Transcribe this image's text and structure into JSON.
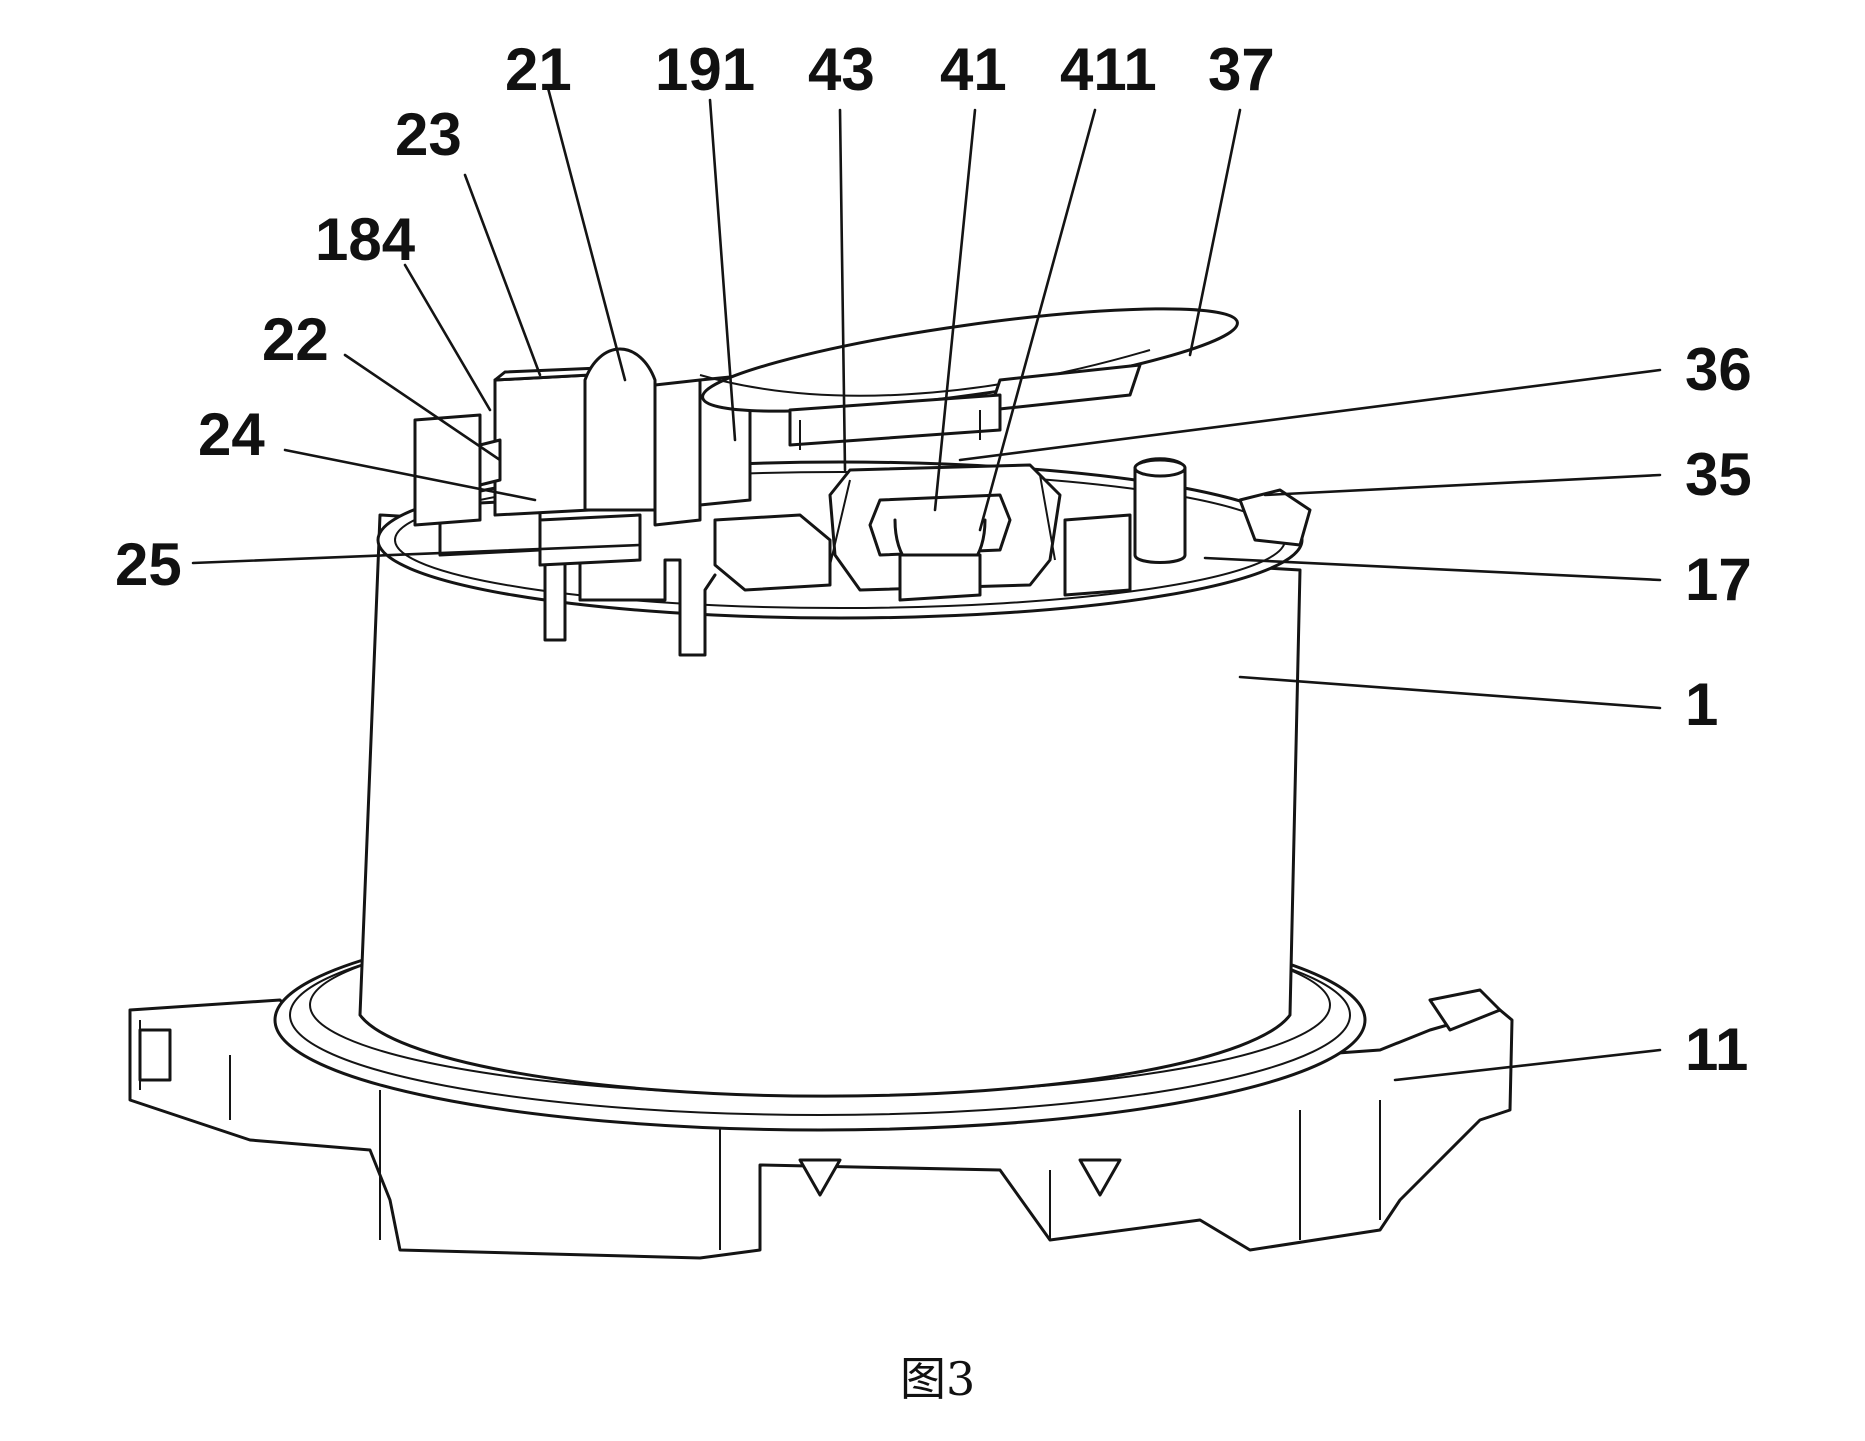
{
  "caption": "图3",
  "labels": {
    "l21": "21",
    "l191": "191",
    "l43": "43",
    "l41": "41",
    "l411": "411",
    "l37": "37",
    "l23": "23",
    "l184": "184",
    "l22": "22",
    "l24": "24",
    "l25": "25",
    "l36": "36",
    "l35": "35",
    "l17": "17",
    "l1": "1",
    "l11": "11"
  }
}
